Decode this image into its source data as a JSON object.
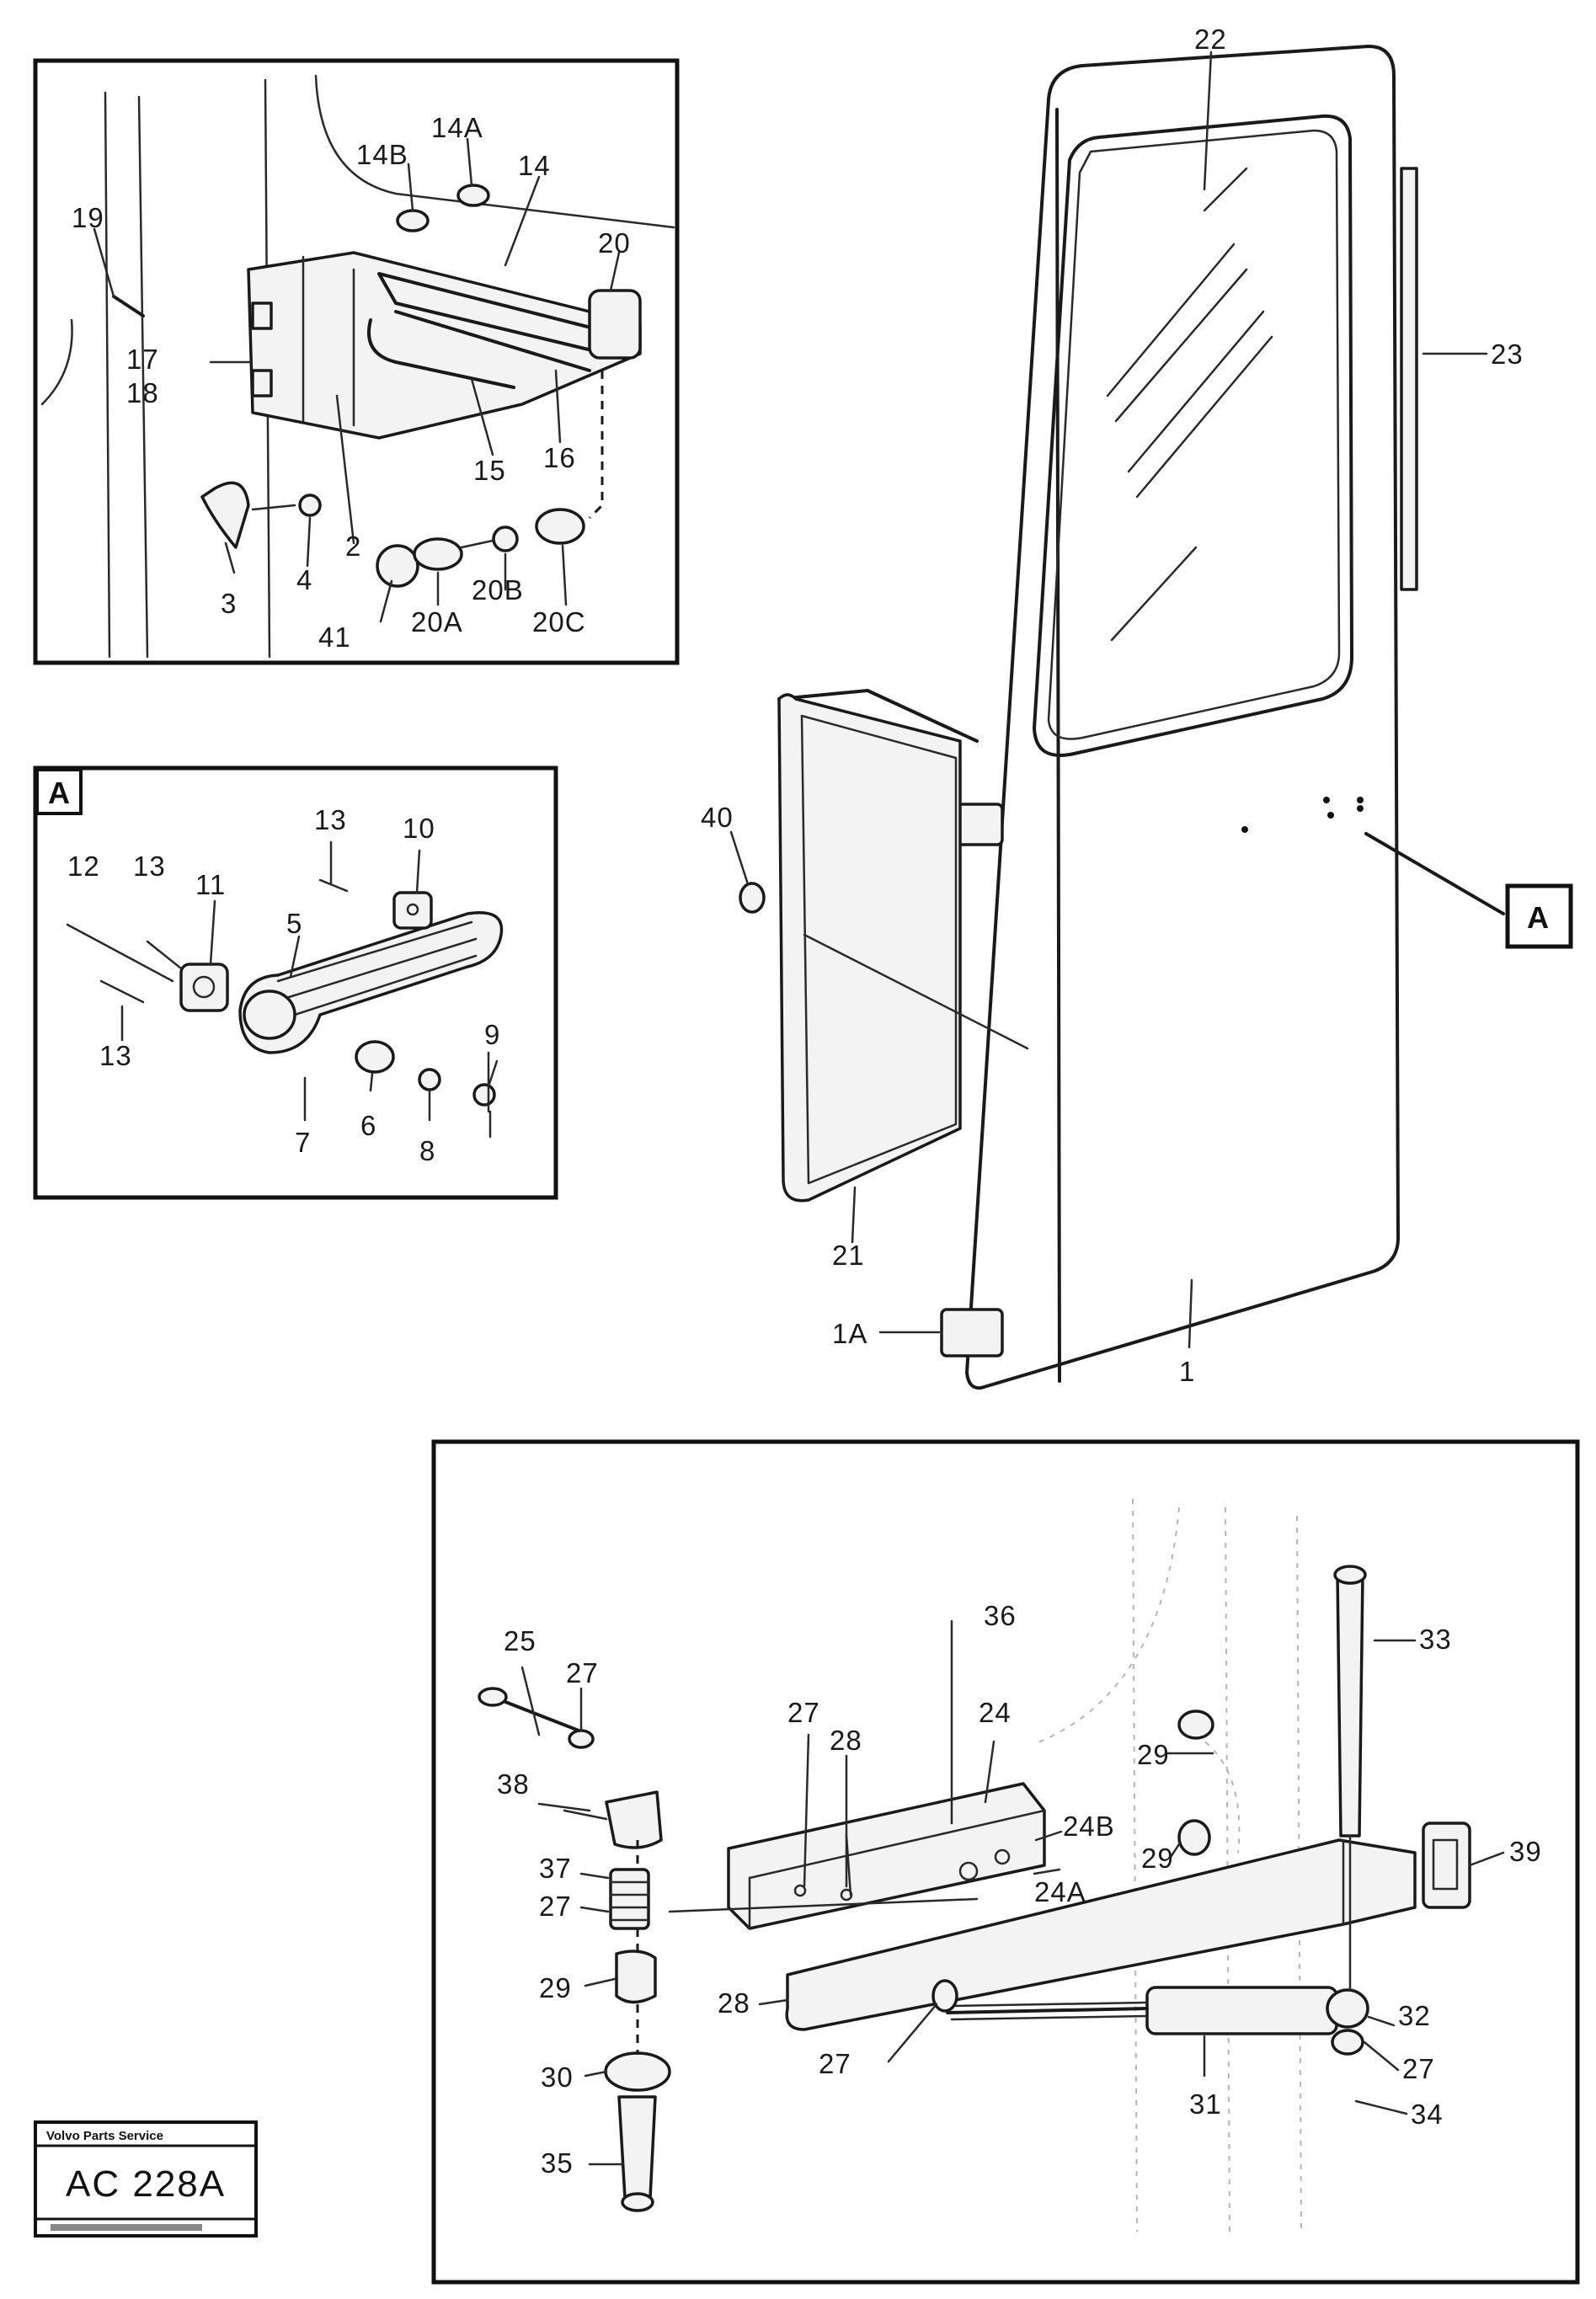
{
  "panel_top_left": {
    "callouts": [
      "19",
      "14B",
      "14A",
      "14",
      "20",
      "17",
      "18",
      "2",
      "15",
      "16",
      "3",
      "4",
      "41",
      "20A",
      "20B",
      "20C"
    ]
  },
  "panel_view_a": {
    "view_marker": "A",
    "callouts": [
      "13",
      "10",
      "12",
      "13",
      "11",
      "5",
      "13",
      "9",
      "7",
      "6",
      "8"
    ]
  },
  "door": {
    "callouts": [
      "22",
      "23",
      "40",
      "21",
      "1A",
      "1"
    ],
    "view_marker": "A"
  },
  "panel_bottom": {
    "callouts": [
      "36",
      "33",
      "25",
      "27",
      "27",
      "28",
      "24",
      "29",
      "39",
      "38",
      "24B",
      "29",
      "37",
      "27",
      "24A",
      "29",
      "28",
      "32",
      "27",
      "27",
      "30",
      "31",
      "34",
      "35"
    ]
  },
  "reference_box": {
    "header": "Volvo Parts Service",
    "code": "AC 228A"
  }
}
